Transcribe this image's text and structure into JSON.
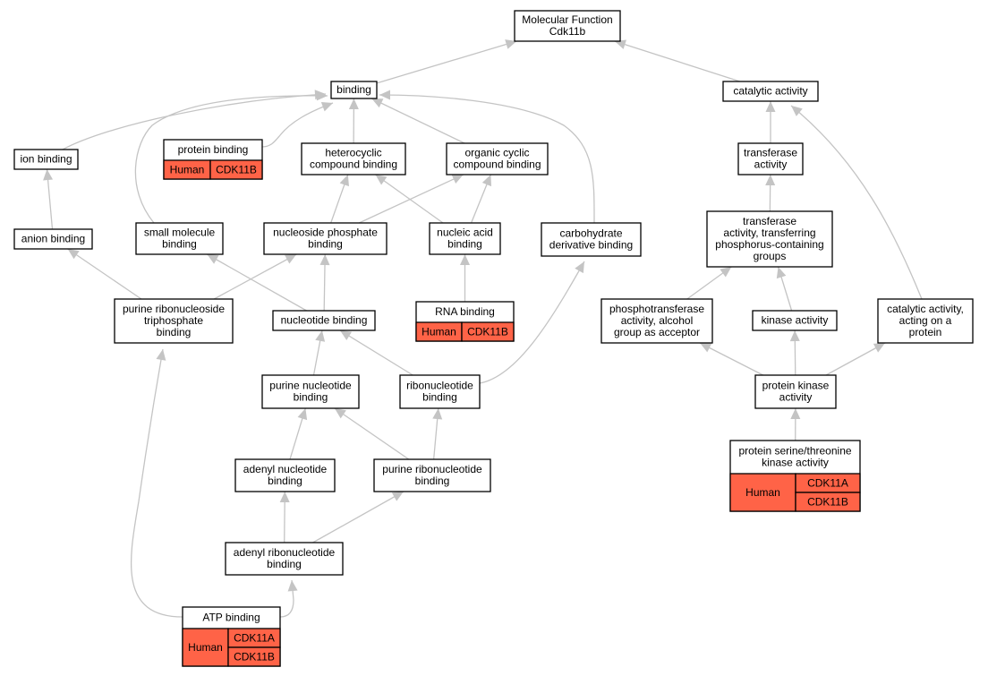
{
  "colors": {
    "edge": "#c4c4c4",
    "annotation_fill": "#ff6347",
    "node_fill": "#ffffff",
    "node_stroke": "#000000"
  },
  "nodes": {
    "molecular_function": [
      "Molecular Function",
      "Cdk11b"
    ],
    "binding": [
      "binding"
    ],
    "catalytic_activity": [
      "catalytic activity"
    ],
    "ion_binding": [
      "ion binding"
    ],
    "protein_binding": [
      "protein binding"
    ],
    "heterocyclic_compound_binding": [
      "heterocyclic",
      "compound binding"
    ],
    "organic_cyclic_compound_binding": [
      "organic cyclic",
      "compound binding"
    ],
    "transferase_activity": [
      "transferase",
      "activity"
    ],
    "anion_binding": [
      "anion binding"
    ],
    "small_molecule_binding": [
      "small molecule",
      "binding"
    ],
    "nucleoside_phosphate_binding": [
      "nucleoside phosphate",
      "binding"
    ],
    "nucleic_acid_binding": [
      "nucleic acid",
      "binding"
    ],
    "carbohydrate_derivative_binding": [
      "carbohydrate",
      "derivative binding"
    ],
    "transferase_phosphorus": [
      "transferase",
      "activity, transferring",
      "phosphorus-containing",
      "groups"
    ],
    "purine_ribonucleoside_triphosphate_binding": [
      "purine ribonucleoside",
      "triphosphate",
      "binding"
    ],
    "nucleotide_binding": [
      "nucleotide binding"
    ],
    "rna_binding": [
      "RNA binding"
    ],
    "phosphotransferase_alcohol": [
      "phosphotransferase",
      "activity, alcohol",
      "group as acceptor"
    ],
    "kinase_activity": [
      "kinase activity"
    ],
    "catalytic_acting_on_protein": [
      "catalytic activity,",
      "acting on a",
      "protein"
    ],
    "purine_nucleotide_binding": [
      "purine nucleotide",
      "binding"
    ],
    "ribonucleotide_binding": [
      "ribonucleotide",
      "binding"
    ],
    "protein_kinase_activity": [
      "protein kinase",
      "activity"
    ],
    "adenyl_nucleotide_binding": [
      "adenyl nucleotide",
      "binding"
    ],
    "purine_ribonucleotide_binding": [
      "purine ribonucleotide",
      "binding"
    ],
    "protein_serine_threonine_kinase": [
      "protein serine/threonine",
      "kinase activity"
    ],
    "adenyl_ribonucleotide_binding": [
      "adenyl ribonucleotide",
      "binding"
    ],
    "atp_binding": [
      "ATP binding"
    ]
  },
  "annotations": {
    "protein_binding": {
      "species": "Human",
      "genes": [
        "CDK11B"
      ]
    },
    "rna_binding": {
      "species": "Human",
      "genes": [
        "CDK11B"
      ]
    },
    "protein_serine_threonine_kinase": {
      "species": "Human",
      "genes": [
        "CDK11A",
        "CDK11B"
      ]
    },
    "atp_binding": {
      "species": "Human",
      "genes": [
        "CDK11A",
        "CDK11B"
      ]
    }
  },
  "edges": [
    [
      "binding",
      "molecular_function"
    ],
    [
      "catalytic_activity",
      "molecular_function"
    ],
    [
      "ion_binding",
      "binding"
    ],
    [
      "protein_binding",
      "binding"
    ],
    [
      "small_molecule_binding",
      "binding"
    ],
    [
      "heterocyclic_compound_binding",
      "binding"
    ],
    [
      "organic_cyclic_compound_binding",
      "binding"
    ],
    [
      "carbohydrate_derivative_binding",
      "binding"
    ],
    [
      "transferase_activity",
      "catalytic_activity"
    ],
    [
      "catalytic_acting_on_protein",
      "catalytic_activity"
    ],
    [
      "anion_binding",
      "ion_binding"
    ],
    [
      "nucleoside_phosphate_binding",
      "heterocyclic_compound_binding"
    ],
    [
      "nucleoside_phosphate_binding",
      "organic_cyclic_compound_binding"
    ],
    [
      "nucleic_acid_binding",
      "heterocyclic_compound_binding"
    ],
    [
      "nucleic_acid_binding",
      "organic_cyclic_compound_binding"
    ],
    [
      "transferase_phosphorus",
      "transferase_activity"
    ],
    [
      "purine_ribonucleoside_triphosphate_binding",
      "anion_binding"
    ],
    [
      "purine_ribonucleoside_triphosphate_binding",
      "nucleoside_phosphate_binding"
    ],
    [
      "nucleotide_binding",
      "small_molecule_binding"
    ],
    [
      "nucleotide_binding",
      "nucleoside_phosphate_binding"
    ],
    [
      "rna_binding",
      "nucleic_acid_binding"
    ],
    [
      "ribonucleotide_binding",
      "carbohydrate_derivative_binding"
    ],
    [
      "phosphotransferase_alcohol",
      "transferase_phosphorus"
    ],
    [
      "kinase_activity",
      "transferase_phosphorus"
    ],
    [
      "purine_nucleotide_binding",
      "nucleotide_binding"
    ],
    [
      "ribonucleotide_binding",
      "nucleotide_binding"
    ],
    [
      "protein_kinase_activity",
      "phosphotransferase_alcohol"
    ],
    [
      "protein_kinase_activity",
      "kinase_activity"
    ],
    [
      "protein_kinase_activity",
      "catalytic_acting_on_protein"
    ],
    [
      "adenyl_nucleotide_binding",
      "purine_nucleotide_binding"
    ],
    [
      "purine_ribonucleotide_binding",
      "purine_nucleotide_binding"
    ],
    [
      "purine_ribonucleotide_binding",
      "ribonucleotide_binding"
    ],
    [
      "protein_serine_threonine_kinase",
      "protein_kinase_activity"
    ],
    [
      "adenyl_ribonucleotide_binding",
      "adenyl_nucleotide_binding"
    ],
    [
      "adenyl_ribonucleotide_binding",
      "purine_ribonucleotide_binding"
    ],
    [
      "atp_binding",
      "adenyl_ribonucleotide_binding"
    ],
    [
      "atp_binding",
      "purine_ribonucleoside_triphosphate_binding"
    ]
  ]
}
